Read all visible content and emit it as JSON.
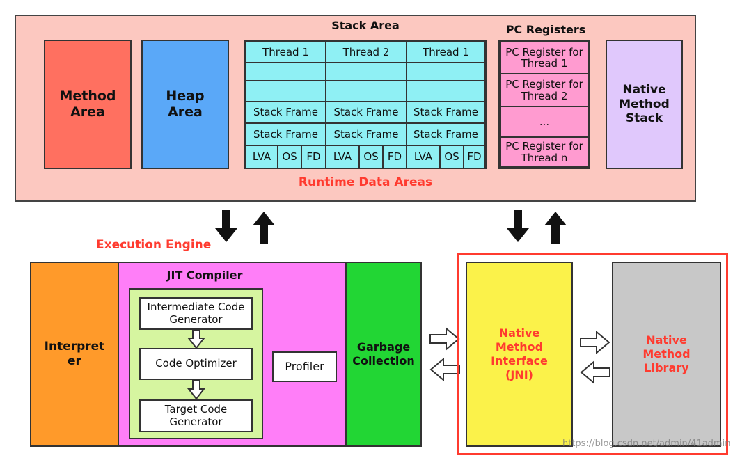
{
  "runtime": {
    "label": "Runtime Data Areas",
    "method_area": "Method\nArea",
    "heap_area": "Heap\nArea",
    "stack_area": {
      "title": "Stack Area",
      "threads": [
        "Thread 1",
        "Thread 2",
        "Thread 1"
      ],
      "frame_label": "Stack Frame",
      "slots": [
        "LVA",
        "OS",
        "FD"
      ]
    },
    "pc_registers": {
      "title": "PC Registers",
      "items": [
        "PC Register for Thread 1",
        "PC Register for Thread 2",
        "...",
        "PC Register for Thread n"
      ]
    },
    "native_method_stack": "Native\nMethod\nStack"
  },
  "execution": {
    "title": "Execution Engine",
    "interpreter": "Interpret\ner",
    "jit": {
      "title": "JIT Compiler",
      "steps": [
        "Intermediate Code Generator",
        "Code Optimizer",
        "Target Code Generator"
      ],
      "profiler": "Profiler"
    },
    "gc": "Garbage\nCollection"
  },
  "native": {
    "interface": "Native\nMethod\nInterface\n(JNI)",
    "library": "Native\nMethod\nLibrary"
  },
  "watermark": "https://blog.csdn.net/admin/41admin",
  "colors": {
    "runtime_bg": "#fcc8c0",
    "method_area": "#ff7060",
    "heap_area": "#5aa8f8",
    "stack_cell": "#8ff0f4",
    "pc_cell": "#ff9bd0",
    "native_stack": "#e0c8fc",
    "interpreter": "#ff9a2a",
    "jit_bg": "#ff7ef8",
    "jit_inner": "#d6f5a0",
    "gc": "#22d634",
    "jni": "#fbf24a",
    "library": "#c8c8c8",
    "accent_red": "#ff3b2f"
  }
}
